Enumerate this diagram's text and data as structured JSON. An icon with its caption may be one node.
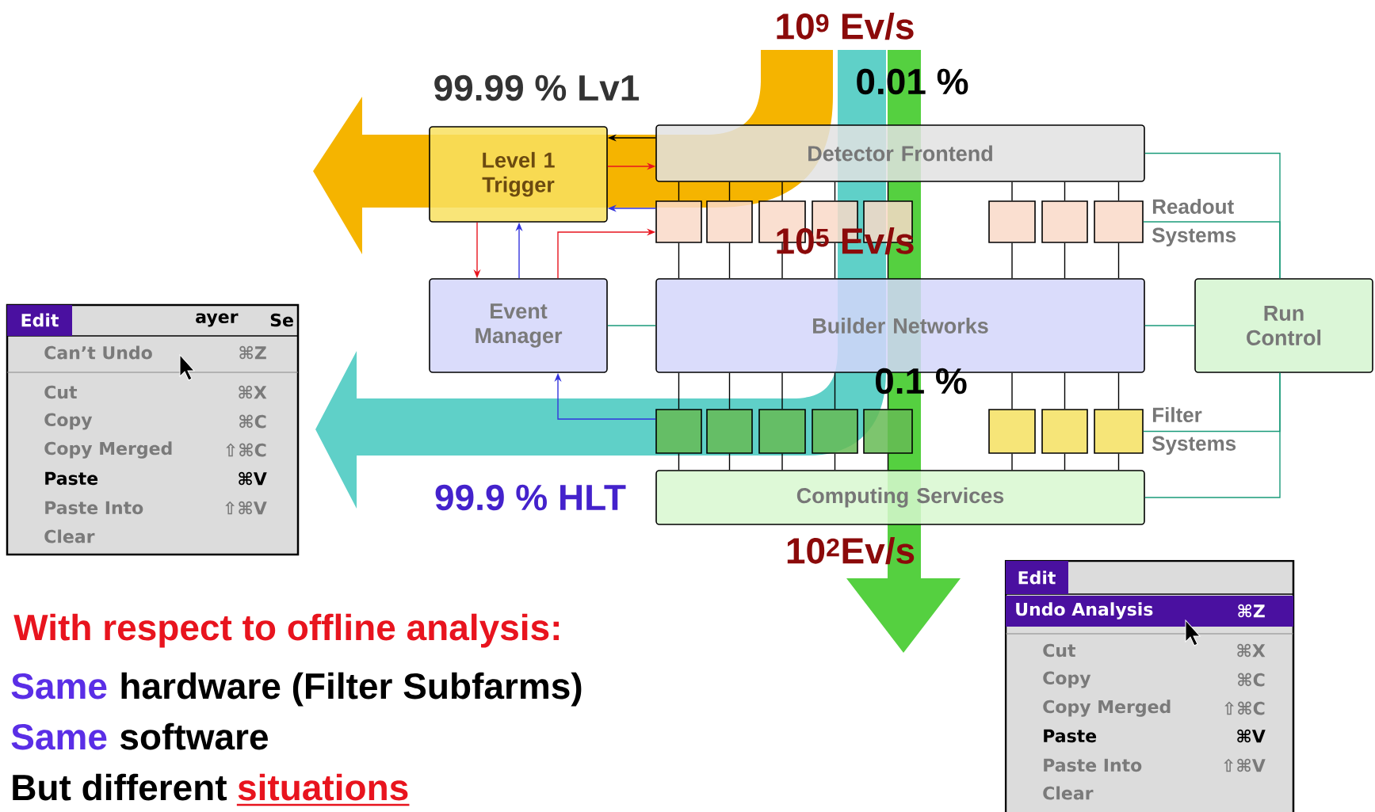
{
  "diagram": {
    "nodes": [
      {
        "text": [
          "Level 1 Trigger"
        ]
      },
      {
        "text": [
          "Detector Frontend"
        ]
      },
      {
        "text": [],
        "shape": "box"
      },
      {
        "text": [],
        "shape": "box"
      },
      {
        "text": [],
        "shape": "box"
      },
      {
        "text": [],
        "shape": "box"
      },
      {
        "text": [],
        "shape": "box"
      },
      {
        "text": [],
        "shape": "box"
      },
      {
        "text": [],
        "shape": "box"
      },
      {
        "text": [],
        "shape": "box"
      },
      {
        "text": [
          "Event Manager"
        ]
      },
      {
        "text": [
          "Builder Networks"
        ]
      },
      {
        "text": [
          "Run Control"
        ]
      },
      {
        "text": [],
        "shape": "box"
      },
      {
        "text": [],
        "shape": "box"
      },
      {
        "text": [],
        "shape": "box"
      },
      {
        "text": [],
        "shape": "box"
      },
      {
        "text": [],
        "shape": "box"
      },
      {
        "text": [],
        "shape": "box"
      },
      {
        "text": [],
        "shape": "box"
      },
      {
        "text": [],
        "shape": "box"
      },
      {
        "text": [
          "Computing Services"
        ]
      }
    ],
    "edges": [
      {
        "from": 1,
        "to": 0,
        "arrow": "to"
      },
      {
        "from": 0,
        "to": 1,
        "arrow": "to",
        "color": "#e8141e"
      },
      {
        "from": 2,
        "to": 0,
        "arrow": "to",
        "color": "#3333dd"
      },
      {
        "from": 0,
        "to": 10,
        "arrow": "to",
        "color": "#e8141e"
      },
      {
        "from": 10,
        "to": 0,
        "arrow": "to",
        "color": "#3333dd"
      },
      {
        "from": 10,
        "to": 2,
        "arrow": "to",
        "color": "#e8141e"
      },
      {
        "from": 13,
        "to": 10,
        "arrow": "to",
        "color": "#3333dd"
      },
      {
        "from": 10,
        "to": 11,
        "arrow": "none",
        "color": "#1a9a7a"
      },
      {
        "from": 12,
        "to": 1,
        "arrow": "none",
        "color": "#1a9a7a"
      },
      {
        "from": 12,
        "to": 9,
        "arrow": "none",
        "color": "#1a9a7a"
      },
      {
        "from": 12,
        "to": 11,
        "arrow": "none",
        "color": "#1a9a7a"
      },
      {
        "from": 12,
        "to": 20,
        "arrow": "none",
        "color": "#1a9a7a"
      },
      {
        "from": 12,
        "to": 21,
        "arrow": "none",
        "color": "#1a9a7a"
      },
      {
        "from": 1,
        "to": 2,
        "arrow": "none"
      },
      {
        "from": 2,
        "to": 11,
        "arrow": "none"
      },
      {
        "from": 11,
        "to": 13,
        "arrow": "none"
      },
      {
        "from": 13,
        "to": 21,
        "arrow": "none"
      },
      {
        "from": 1,
        "to": 3,
        "arrow": "none"
      },
      {
        "from": 3,
        "to": 11,
        "arrow": "none"
      },
      {
        "from": 11,
        "to": 14,
        "arrow": "none"
      },
      {
        "from": 14,
        "to": 21,
        "arrow": "none"
      },
      {
        "from": 1,
        "to": 4,
        "arrow": "none"
      },
      {
        "from": 4,
        "to": 11,
        "arrow": "none"
      },
      {
        "from": 11,
        "to": 15,
        "arrow": "none"
      },
      {
        "from": 15,
        "to": 21,
        "arrow": "none"
      },
      {
        "from": 1,
        "to": 5,
        "arrow": "none"
      },
      {
        "from": 5,
        "to": 11,
        "arrow": "none"
      },
      {
        "from": 11,
        "to": 16,
        "arrow": "none"
      },
      {
        "from": 16,
        "to": 21,
        "arrow": "none"
      },
      {
        "from": 1,
        "to": 6,
        "arrow": "none"
      },
      {
        "from": 6,
        "to": 11,
        "arrow": "none"
      },
      {
        "from": 11,
        "to": 17,
        "arrow": "none"
      },
      {
        "from": 17,
        "to": 21,
        "arrow": "none"
      },
      {
        "from": 1,
        "to": 7,
        "arrow": "none"
      },
      {
        "from": 7,
        "to": 11,
        "arrow": "none"
      },
      {
        "from": 11,
        "to": 18,
        "arrow": "none"
      },
      {
        "from": 18,
        "to": 21,
        "arrow": "none"
      },
      {
        "from": 1,
        "to": 8,
        "arrow": "none"
      },
      {
        "from": 8,
        "to": 11,
        "arrow": "none"
      },
      {
        "from": 11,
        "to": 19,
        "arrow": "none"
      },
      {
        "from": 19,
        "to": 21,
        "arrow": "none"
      },
      {
        "from": 1,
        "to": 9,
        "arrow": "none"
      },
      {
        "from": 9,
        "to": 11,
        "arrow": "none"
      },
      {
        "from": 11,
        "to": 20,
        "arrow": "none"
      },
      {
        "from": 20,
        "to": 21,
        "arrow": "none"
      }
    ],
    "labels": [
      "10$^{9}$ Ev/s",
      "99.99 % Lv1",
      "0.01 %",
      "Readout Systems",
      "10$^{5}$ Ev/s",
      "0.1 %",
      "Filter Systems",
      "99.9 % HLT",
      "10$^{2}$Ev/s",
      "Edit",
      "ayer",
      "Se",
      "Can’t Undo",
      "⌘Z",
      "Cut",
      "⌘X",
      "Copy",
      "⌘C",
      "Copy Merged",
      "⇧⌘C",
      "Paste",
      "⌘V",
      "Paste Into",
      "⇧⌘V",
      "Clear",
      "Edit",
      "Undo Analysis",
      "⌘Z",
      "Cut",
      "⌘X",
      "Copy",
      "⌘C",
      "Copy Merged",
      "⇧⌘C",
      "Paste",
      "⌘V",
      "Paste Into",
      "⇧⌘V",
      "Clear",
      "With respect to offline analysis:",
      "Same",
      "hardware (Filter Subfarms)",
      "Same",
      "software",
      "But different",
      "situations"
    ]
  }
}
